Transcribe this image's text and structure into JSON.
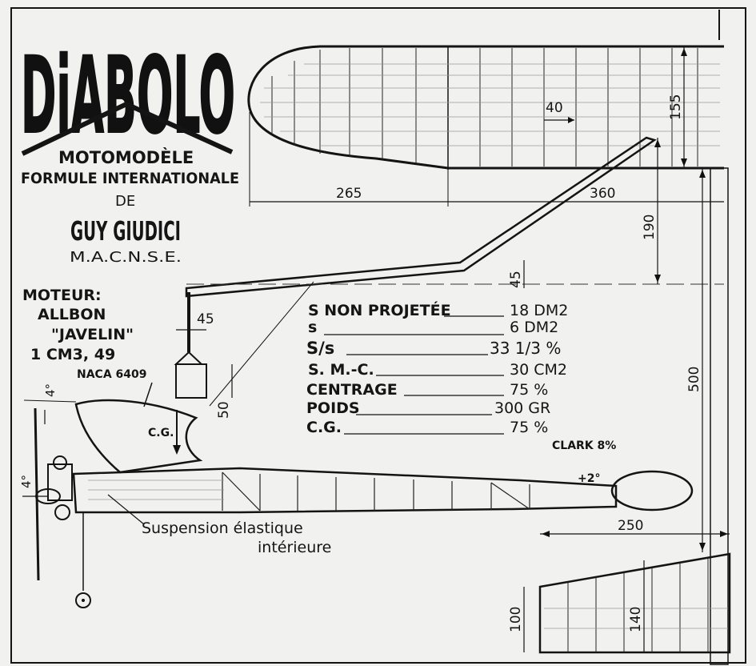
{
  "title": "DiABOLO",
  "subtitle_1": "MOTOMODÈLE",
  "subtitle_2": "FORMULE INTERNATIONALE",
  "de": "DE",
  "designer": "GUY GIUDICI",
  "club": "M.A.C.N.S.E.",
  "engine": {
    "label": "MOTEUR:",
    "make": "ALLBON",
    "model": "\"JAVELIN\"",
    "displacement": "1 CM3, 49"
  },
  "airfoil_wing": "NACA 6409",
  "airfoil_tail": "CLARK 8%",
  "tail_incidence": "+2°",
  "cg_mark": "C.G.",
  "thrust_angle_1": "4°",
  "thrust_angle_2": "4°",
  "suspension_1": "Suspension élastique",
  "suspension_2": "intérieure",
  "dimensions": {
    "rib_spacing": "40",
    "wing_chord": "155",
    "half_span_inner": "265",
    "half_span_outer": "360",
    "dihedral_height": "190",
    "dihedral_small": "45",
    "pylon_offset": "45",
    "pylon_height": "50",
    "fin_height": "500",
    "stab_span": "250",
    "stab_root": "100",
    "stab_tip": "140"
  },
  "specs": [
    {
      "label": "S NON PROJETÉE",
      "value": "18 DM2"
    },
    {
      "label": "s",
      "value": "6 DM2"
    },
    {
      "label": "S/s",
      "value": "33 1/3 %"
    },
    {
      "label": "S. M.-C.",
      "value": "30 CM2"
    },
    {
      "label": "CENTRAGE",
      "value": "75 %"
    },
    {
      "label": "POIDS",
      "value": "300 GR"
    },
    {
      "label": "C.G.",
      "value": "75 %"
    }
  ]
}
